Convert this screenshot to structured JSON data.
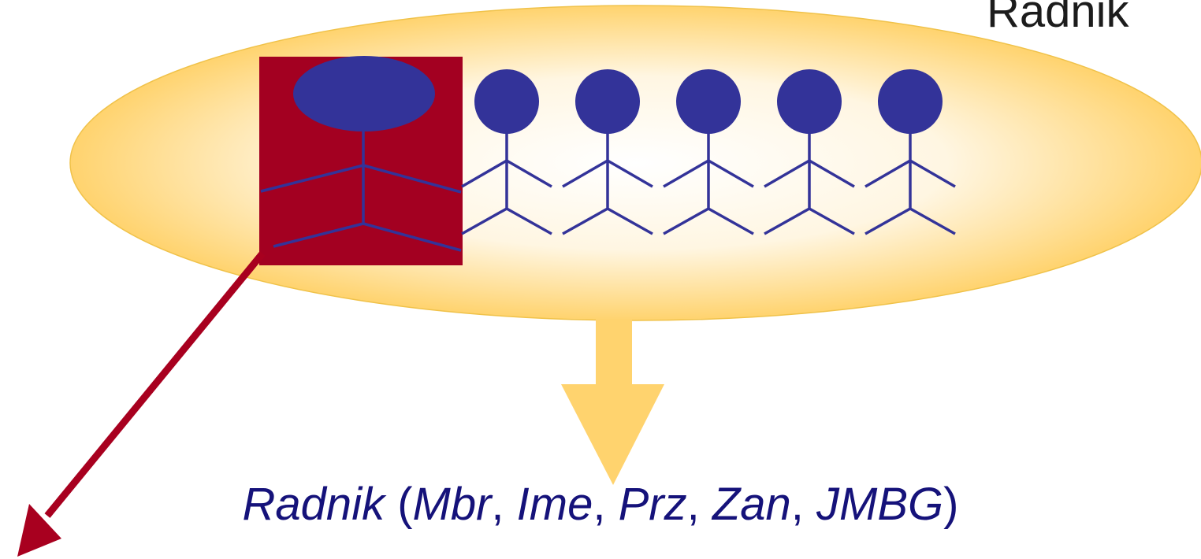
{
  "entity_label": "Radnik",
  "relation": {
    "name": "Radnik",
    "open_paren": "(",
    "close_paren": ")",
    "separator": ", ",
    "attributes": [
      "Mbr",
      "Ime",
      "Prz",
      "Zan",
      "JMBG"
    ]
  },
  "figures": {
    "highlighted_count": 1,
    "plain_count": 5
  },
  "colors": {
    "entity_fill_outer": "#ffd36e",
    "entity_fill_inner": "#fffaf0",
    "entity_stroke": "#f0c24a",
    "figure": "#333399",
    "highlight_box": "#a30021",
    "instance_arrow": "#a8001f",
    "mapping_arrow": "#ffd36e",
    "relation_text": "#15127a"
  },
  "icons": [
    "stick-figure-icon",
    "down-arrow-icon",
    "diagonal-arrow-icon"
  ]
}
